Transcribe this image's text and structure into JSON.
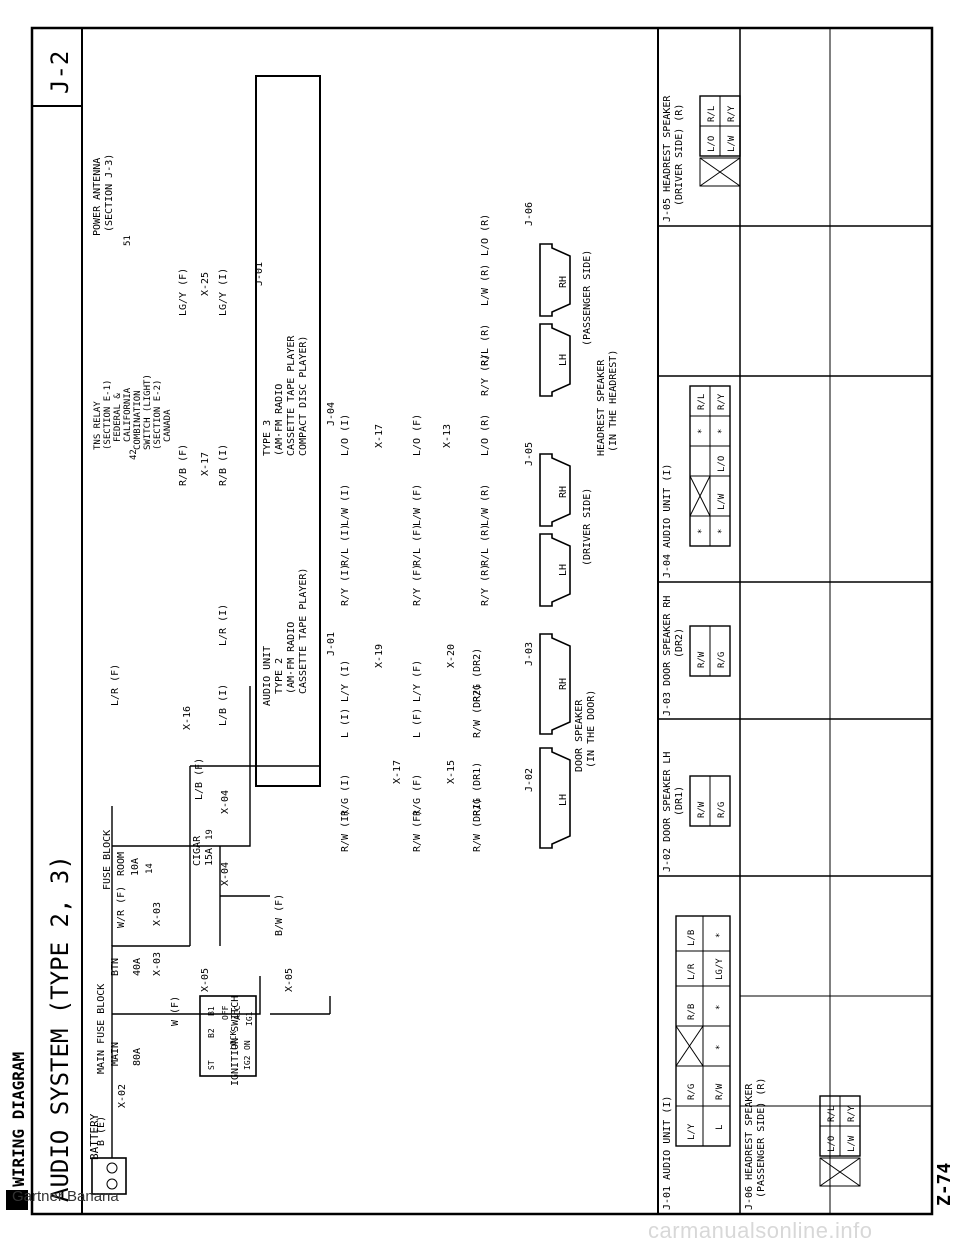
{
  "page_title": "Z WIRING DIAGRAM",
  "subtitle": "AUDIO SYSTEM (TYPE 2, 3)",
  "section": "J-2",
  "page_number": "Z-74",
  "owner": "Gartner Banana",
  "watermark": "carmanualsonline.info",
  "power": {
    "battery": "BATTERY",
    "b_e": "B (E)",
    "x02": "X-02",
    "main_fuse_block": "MAIN FUSE BLOCK",
    "main": "MAIN",
    "main_a": "80A",
    "btn": "BTN",
    "btn_a": "40A",
    "x03a": "X-03",
    "x03b": "X-03",
    "w_f": "W (F)",
    "wr_f": "W/R (F)",
    "fuse_block": "FUSE BLOCK",
    "room": "ROOM",
    "room_a": "10A",
    "room_num": "14",
    "cigar": "CIGAR",
    "cigar_a": "15A",
    "cigar_num": "19",
    "x04a": "X-04",
    "x04b": "X-04",
    "lb_f": "L/B (F)",
    "lr_f": "L/R (F)",
    "x16": "X-16",
    "x05a": "X-05",
    "x05b": "X-05",
    "bw_f": "B/W (F)",
    "ignition_switch": "IGNITION SWITCH",
    "ign_labels": [
      "ST",
      "IG2",
      "ON",
      "B2",
      "B1",
      "OFF",
      "ACC",
      "IG1",
      "LOCK"
    ],
    "lb_i": "L/B (I)",
    "lr_i": "L/R (I)",
    "rb_f": "R/B (F)",
    "rb_i": "R/B (I)",
    "x17_top": "X-17",
    "tns_relay": [
      "TNS RELAY",
      "(SECTION E-1)",
      "FEDERAL &",
      "CALIFORNIA",
      "COMBINATION",
      "SWITCH (LIGHT)",
      "(SECTION E-2)",
      "CANADA"
    ],
    "tns_num": "42",
    "lgy_f": "LG/Y (F)",
    "lgy_i": "LG/Y (I)",
    "x25": "X-25",
    "power_antenna": "POWER ANTENNA",
    "power_antenna_sec": "(SECTION J-3)",
    "pa_num": "51"
  },
  "audio_unit": {
    "type2": [
      "AUDIO UNIT",
      "TYPE 2",
      "(AM·FM RADIO",
      "CASSETTE TAPE PLAYER)"
    ],
    "type3": [
      "TYPE 3",
      "(AM·FM RADIO",
      "CASSETTE TAPE PLAYER",
      "COMPACT DISC PLAYER)"
    ],
    "j01a": "J-01",
    "j01b": "J-01",
    "j04": "J-04"
  },
  "door_wires": {
    "i_labels": [
      "R/W (I)",
      "R/G (I)",
      "L (I)",
      "L/Y (I)"
    ],
    "f_labels": [
      "R/W (F)",
      "R/G (F)",
      "L (F)",
      "L/Y (F)"
    ],
    "dr_labels": [
      "R/W (DR1)",
      "R/G (DR1)",
      "R/W (DR2)",
      "R/G (DR2)"
    ],
    "x17": "X-17",
    "x19": "X-19",
    "x15": "X-15",
    "x20": "X-20",
    "j02": "J-02",
    "j03": "J-03",
    "lh": "LH",
    "rh": "RH",
    "door_speaker": "DOOR SPEAKER",
    "in_door": "(IN THE DOOR)"
  },
  "headrest_wires": {
    "i_labels": [
      "R/Y (I)",
      "R/L (I)",
      "L/W (I)",
      "L/O (I)"
    ],
    "f_labels": [
      "R/Y (F)",
      "R/L (F)",
      "L/W (F)",
      "L/O (F)"
    ],
    "r_labels": [
      "R/Y (R)",
      "R/L (R)",
      "L/W (R)",
      "L/O (R)",
      "R/Y (R)",
      "R/L (R)",
      "L/W (R)",
      "L/O (R)"
    ],
    "x17": "X-17",
    "x13": "X-13",
    "j05": "J-05",
    "j06": "J-06",
    "lh": "LH",
    "rh": "RH",
    "lh2": "LH",
    "rh2": "RH",
    "driver_side": "(DRIVER SIDE)",
    "passenger_side": "(PASSENGER SIDE)",
    "headrest_speaker": "HEADREST SPEAKER",
    "in_headrest": "(IN THE HEADREST)"
  },
  "connectors": {
    "j01_title": "J-01 AUDIO UNIT (I)",
    "j01_top": [
      "L/Y",
      "R/G",
      "",
      "R/B",
      "L/R",
      "L/B"
    ],
    "j01_bot": [
      "L",
      "R/W",
      "*",
      "*",
      "LG/Y",
      "*"
    ],
    "j02_title": "J-02 DOOR SPEAKER LH",
    "j02_sub": "(DR1)",
    "j02_pins": [
      "R/W",
      "R/G"
    ],
    "j03_title": "J-03 DOOR SPEAKER RH",
    "j03_sub": "(DR2)",
    "j03_pins": [
      "R/W",
      "R/G"
    ],
    "j04_title": "J-04 AUDIO UNIT (I)",
    "j04_top": [
      "*",
      "",
      "*",
      "R/L"
    ],
    "j04_bot": [
      "*",
      "L/W",
      "L/O",
      "*",
      "R/Y"
    ],
    "j05_title": "J-05 HEADREST SPEAKER",
    "j05_sub": "(DRIVER SIDE) (R)",
    "j05_pins": [
      "L/O",
      "R/L",
      "L/W",
      "R/Y"
    ],
    "j06_title": "J-06 HEADREST SPEAKER",
    "j06_sub": "(PASSENGER SIDE) (R)",
    "j06_pins": [
      "L/O",
      "R/L",
      "L/W",
      "R/Y"
    ]
  }
}
